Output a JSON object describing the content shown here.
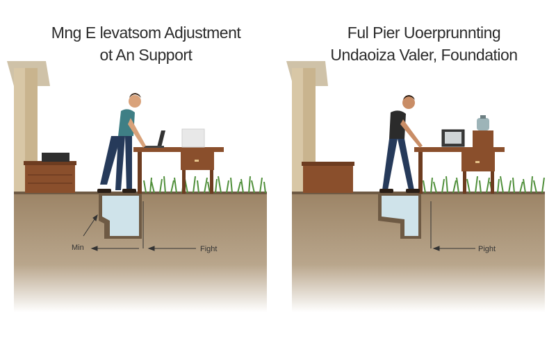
{
  "left_panel": {
    "title_line1": "Mng E levatsom Adjustment",
    "title_line2": "ot  An Support",
    "label_left": "Min",
    "label_right": "Fight"
  },
  "right_panel": {
    "title_line1": "Ful Pier Uoerprunnting",
    "title_line2": "Undaoiza Valer, Foundation",
    "label_right": "Pight"
  },
  "colors": {
    "soil": "#9c8466",
    "soil_dark": "#6e5a44",
    "wall": "#d8c7a6",
    "wood": "#8a4f2c",
    "grass": "#4f8f3a",
    "water": "#cfe3ea",
    "shirt_left": "#3f7f85",
    "shirt_right": "#2b2b2b",
    "pants": "#263a5a"
  }
}
